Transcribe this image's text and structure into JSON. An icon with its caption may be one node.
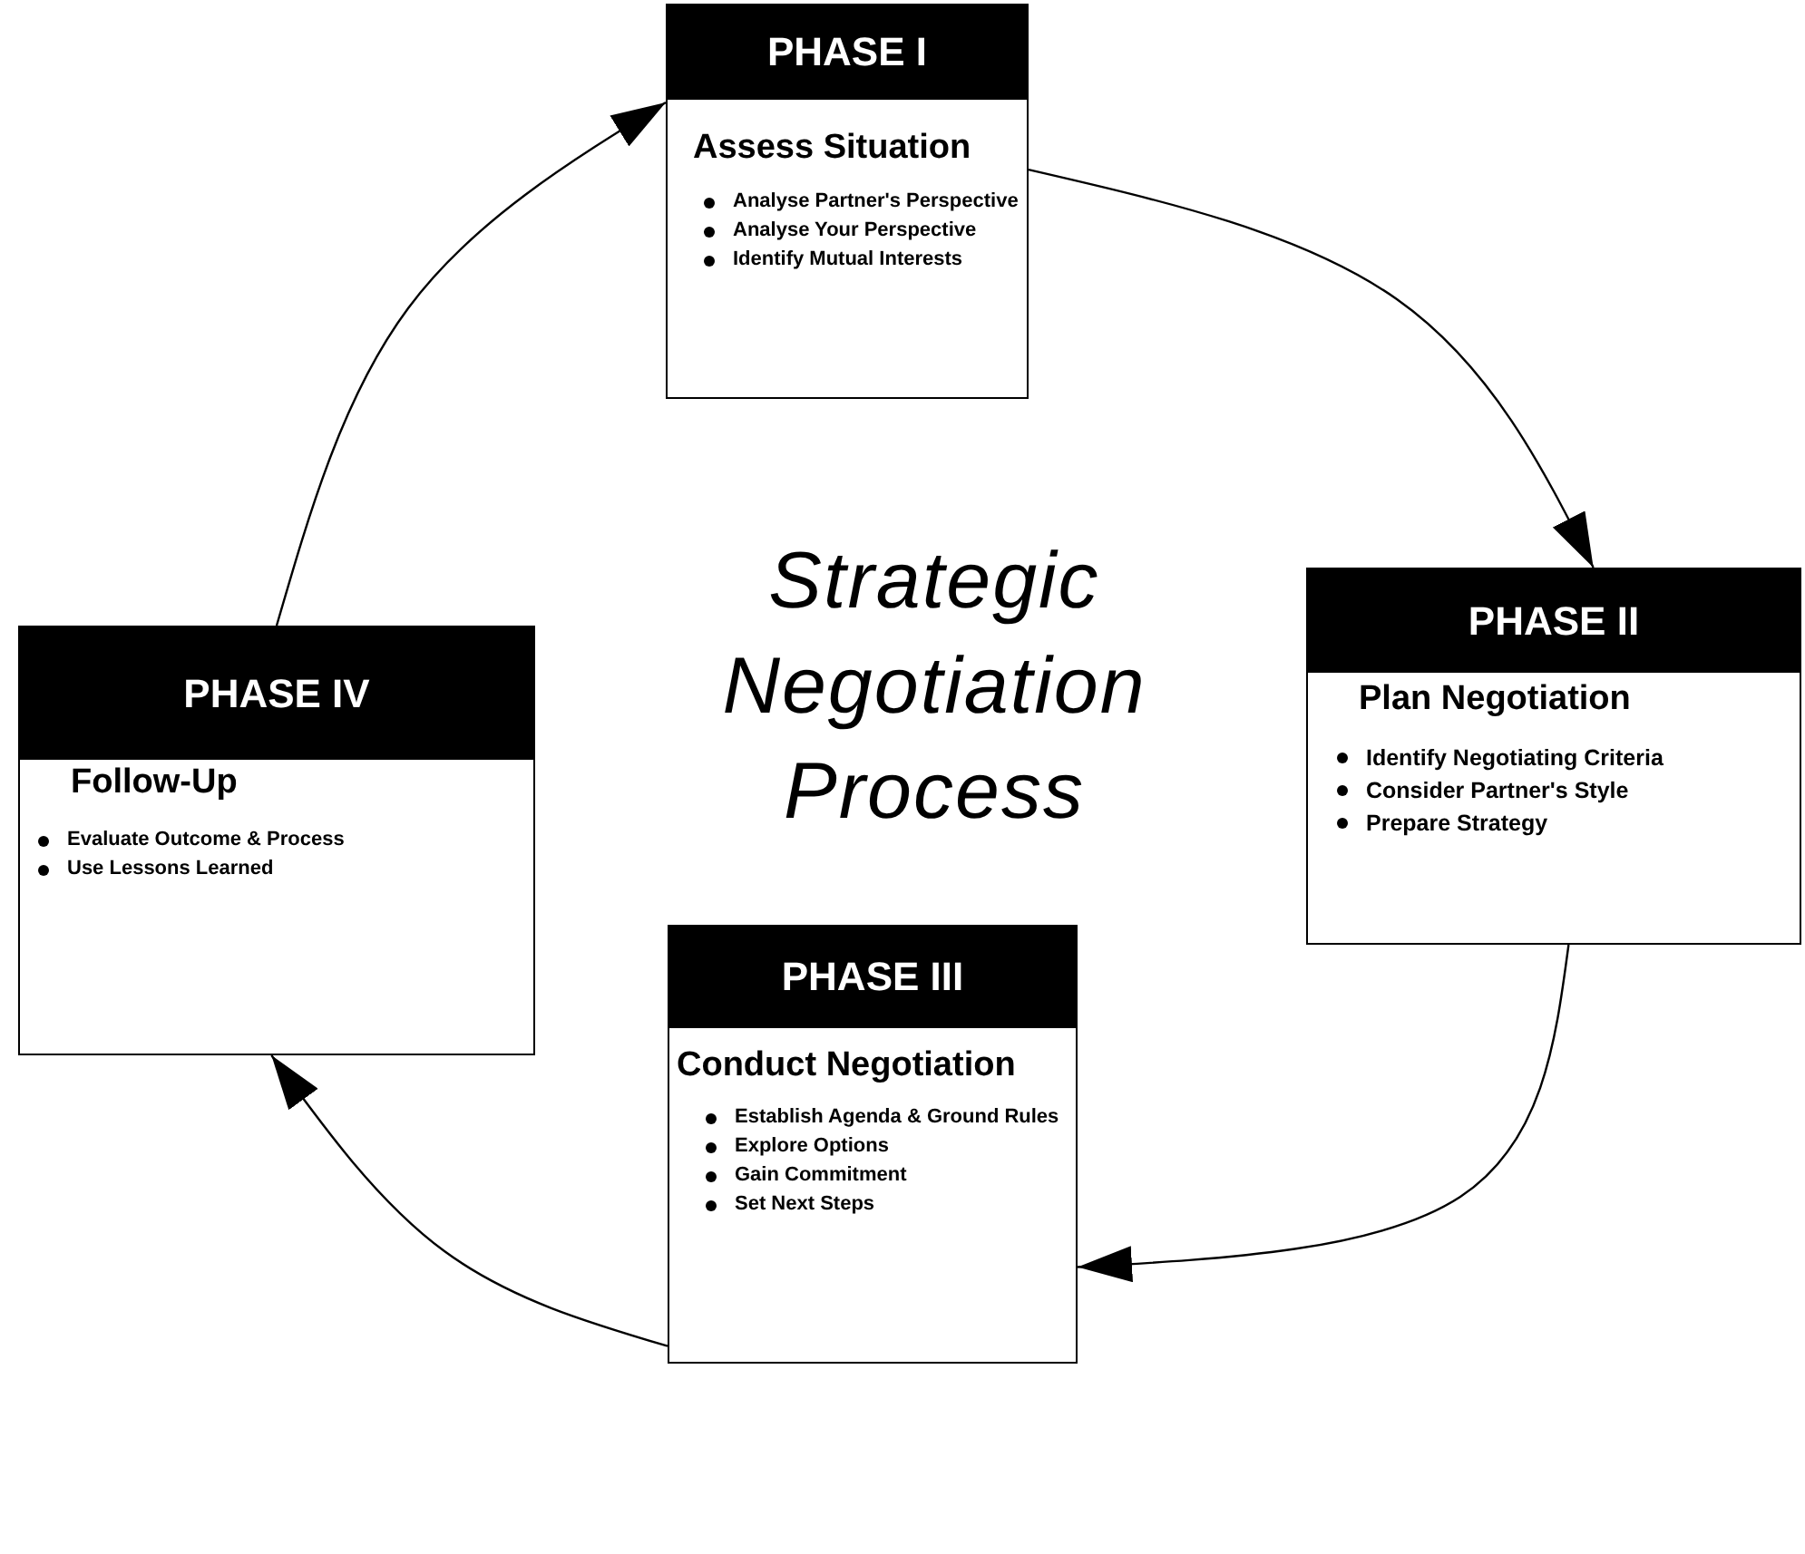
{
  "diagram": {
    "title": "Strategic Negotiation Process",
    "nodes": [
      {
        "text": [
          "PHASE I",
          "Assess Situation",
          "Analyse Partner's Perspective",
          "Analyse Your Perspective",
          "Identify Mutual Interests"
        ]
      },
      {
        "text": [
          "PHASE II",
          "Plan Negotiation",
          "Identify Negotiating Criteria",
          "Consider Partner's Style",
          "Prepare Strategy"
        ]
      },
      {
        "text": [
          "PHASE III",
          "Conduct Negotiation",
          "Establish Agenda & Ground Rules",
          "Explore Options",
          "Gain Commitment",
          "Set Next Steps"
        ]
      },
      {
        "text": [
          "PHASE IV",
          "Follow-Up",
          "Evaluate Outcome & Process",
          "Use Lessons Learned"
        ]
      }
    ],
    "edges": [
      {
        "from": 0,
        "to": 1,
        "arrow": "to"
      },
      {
        "from": 1,
        "to": 2,
        "arrow": "to"
      },
      {
        "from": 2,
        "to": 3,
        "arrow": "to"
      },
      {
        "from": 3,
        "to": 0,
        "arrow": "to"
      }
    ]
  }
}
